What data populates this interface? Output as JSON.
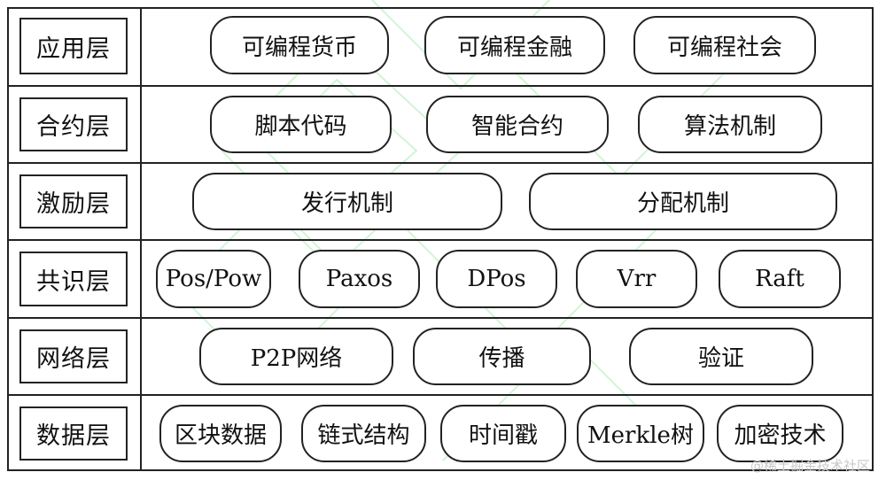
{
  "layers": [
    {
      "name": "应用层",
      "items": [
        "可编程货币",
        "可编程金融",
        "可编程社会"
      ]
    },
    {
      "name": "合约层",
      "items": [
        "脚本代码",
        "智能合约",
        "算法机制"
      ]
    },
    {
      "name": "激励层",
      "items": [
        "发行机制",
        "分配机制"
      ]
    },
    {
      "name": "共识层",
      "items": [
        "Pos/Pow",
        "Paxos",
        "DPos",
        "Vrr",
        "Raft"
      ]
    },
    {
      "name": "网络层",
      "items": [
        "P2P网络",
        "传播",
        "验证"
      ]
    },
    {
      "name": "数据层",
      "items": [
        "区块数据",
        "链式结构",
        "时间戳",
        "Merkle树",
        "加密技术"
      ]
    }
  ],
  "watermark": "@稀土掘金技术社区",
  "colors": {
    "line": "#222222",
    "watermark_green": "#7fe08a"
  }
}
